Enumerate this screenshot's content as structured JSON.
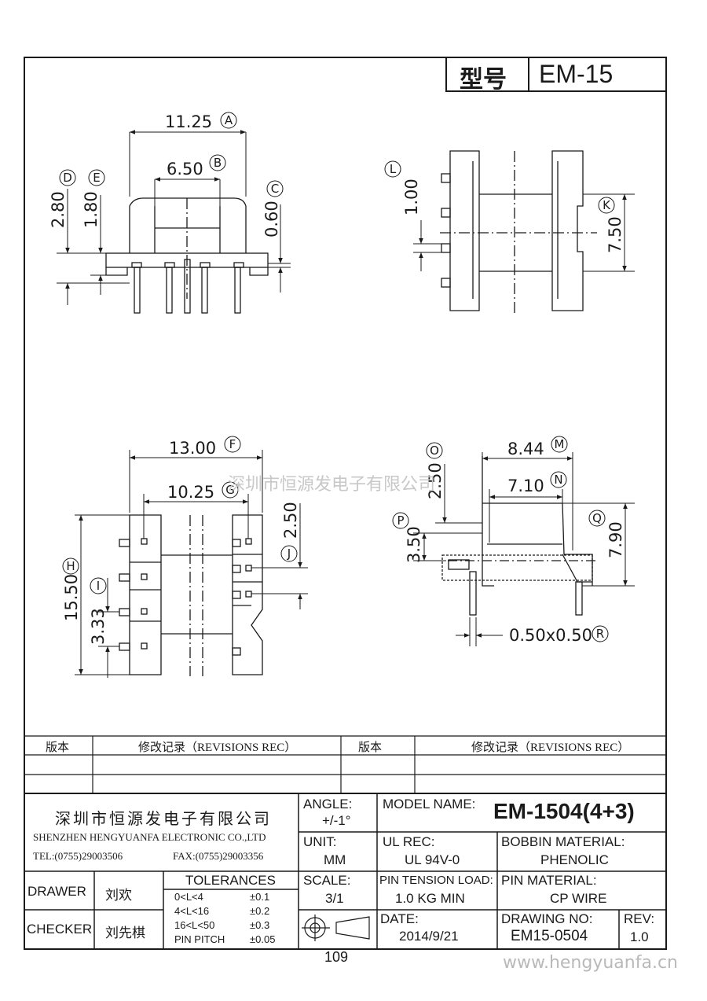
{
  "header": {
    "model_label": "型号",
    "model_value": "EM-15"
  },
  "watermark": {
    "center": "深圳市恒源发电子有限公司",
    "corner": "www.hengyuanfa.cn"
  },
  "page_number": "109",
  "dimensions": {
    "A": {
      "value": "11.25",
      "letter": "A"
    },
    "B": {
      "value": "6.50",
      "letter": "B"
    },
    "C": {
      "value": "0.60",
      "letter": "C"
    },
    "D": {
      "value": "2.80",
      "letter": "D"
    },
    "E": {
      "value": "1.80",
      "letter": "E"
    },
    "F": {
      "value": "13.00",
      "letter": "F"
    },
    "G": {
      "value": "10.25",
      "letter": "G"
    },
    "H": {
      "value": "15.50",
      "letter": "H"
    },
    "I": {
      "value": "3.33",
      "letter": "I"
    },
    "J": {
      "value": "2.50",
      "letter": "J"
    },
    "K": {
      "value": "7.50",
      "letter": "K"
    },
    "L": {
      "value": "1.00",
      "letter": "L"
    },
    "M": {
      "value": "8.44",
      "letter": "M"
    },
    "N": {
      "value": "7.10",
      "letter": "N"
    },
    "O": {
      "value": "2.50",
      "letter": "O"
    },
    "P": {
      "value": "3.50",
      "letter": "P"
    },
    "Q": {
      "value": "7.90",
      "letter": "Q"
    },
    "R": {
      "value": "0.50x0.50",
      "letter": "R"
    }
  },
  "revisions": {
    "col_version_1": "版本",
    "col_record_1": "修改记录（REVISIONS REC）",
    "col_version_2": "版本",
    "col_record_2": "修改记录（REVISIONS REC）"
  },
  "title_block": {
    "company_cn": "深圳市恒源发电子有限公司",
    "company_en": "SHENZHEN HENGYUANFA ELECTRONIC CO.,LTD",
    "tel": "TEL:(0755)29003506",
    "fax": "FAX:(0755)29003356",
    "angle_label": "ANGLE:",
    "angle_value": "+/-1°",
    "model_name_label": "MODEL NAME:",
    "model_name_value": "EM-1504(4+3)",
    "unit_label": "UNIT:",
    "unit_value": "MM",
    "ul_rec_label": "UL REC:",
    "ul_rec_value": "UL 94V-0",
    "bobbin_material_label": "BOBBIN MATERIAL:",
    "bobbin_material_value": "PHENOLIC",
    "drawer_label": "DRAWER",
    "drawer_value": "刘欢",
    "checker_label": "CHECKER",
    "checker_value": "刘先棋",
    "tolerances_title": "TOLERANCES",
    "tolerances": [
      {
        "range": "0<L<4",
        "tol": "±0.1"
      },
      {
        "range": "4<L<16",
        "tol": "±0.2"
      },
      {
        "range": "16<L<50",
        "tol": "±0.3"
      },
      {
        "range": "PIN PITCH",
        "tol": "±0.05"
      }
    ],
    "scale_label": "SCALE:",
    "scale_value": "3/1",
    "pin_tension_label": "PIN TENSION LOAD:",
    "pin_tension_value": "1.0 KG MIN",
    "pin_material_label": "PIN MATERIAL:",
    "pin_material_value": "CP WIRE",
    "date_label": "DATE:",
    "date_value": "2014/9/21",
    "drawing_no_label": "DRAWING NO:",
    "drawing_no_value": "EM15-0504",
    "rev_label": "REV:",
    "rev_value": "1.0"
  }
}
